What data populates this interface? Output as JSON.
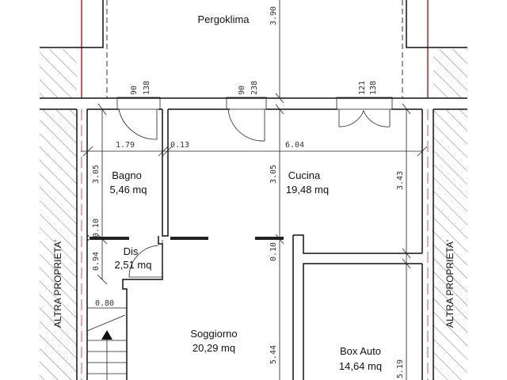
{
  "rooms": {
    "pergoklima": "Pergoklima",
    "bagno": {
      "name": "Bagno",
      "area": "5,46 mq"
    },
    "cucina": {
      "name": "Cucina",
      "area": "19,48 mq"
    },
    "dis": {
      "name": "Dis",
      "area": "2,51 mq"
    },
    "soggiorno": {
      "name": "Soggiorno",
      "area": "20,29 mq"
    },
    "box_auto": {
      "name": "Box Auto",
      "area": "14,64 mq"
    }
  },
  "neighbors": {
    "left": "ALTRA PROPRIETA'",
    "right": "ALTRA PROPRIETA'"
  },
  "dimensions": {
    "pergoklima_depth": "3.90",
    "bagno_width": "1.79",
    "wall_thickness": "0.13",
    "cucina_width": "6.04",
    "bagno_depth": "3.05",
    "cucina_depth": "3.05",
    "right_depth": "3.43",
    "left_gap": "0.10",
    "dis_depth": "0.94",
    "stair_width": "0.80",
    "center_gap": "0.10",
    "soggiorno_depth": "5.44",
    "box_depth": "5.19"
  },
  "windows": [
    {
      "width": "90",
      "height": "138"
    },
    {
      "width": "90",
      "height": "238"
    },
    {
      "width": "121",
      "height": "138"
    }
  ]
}
